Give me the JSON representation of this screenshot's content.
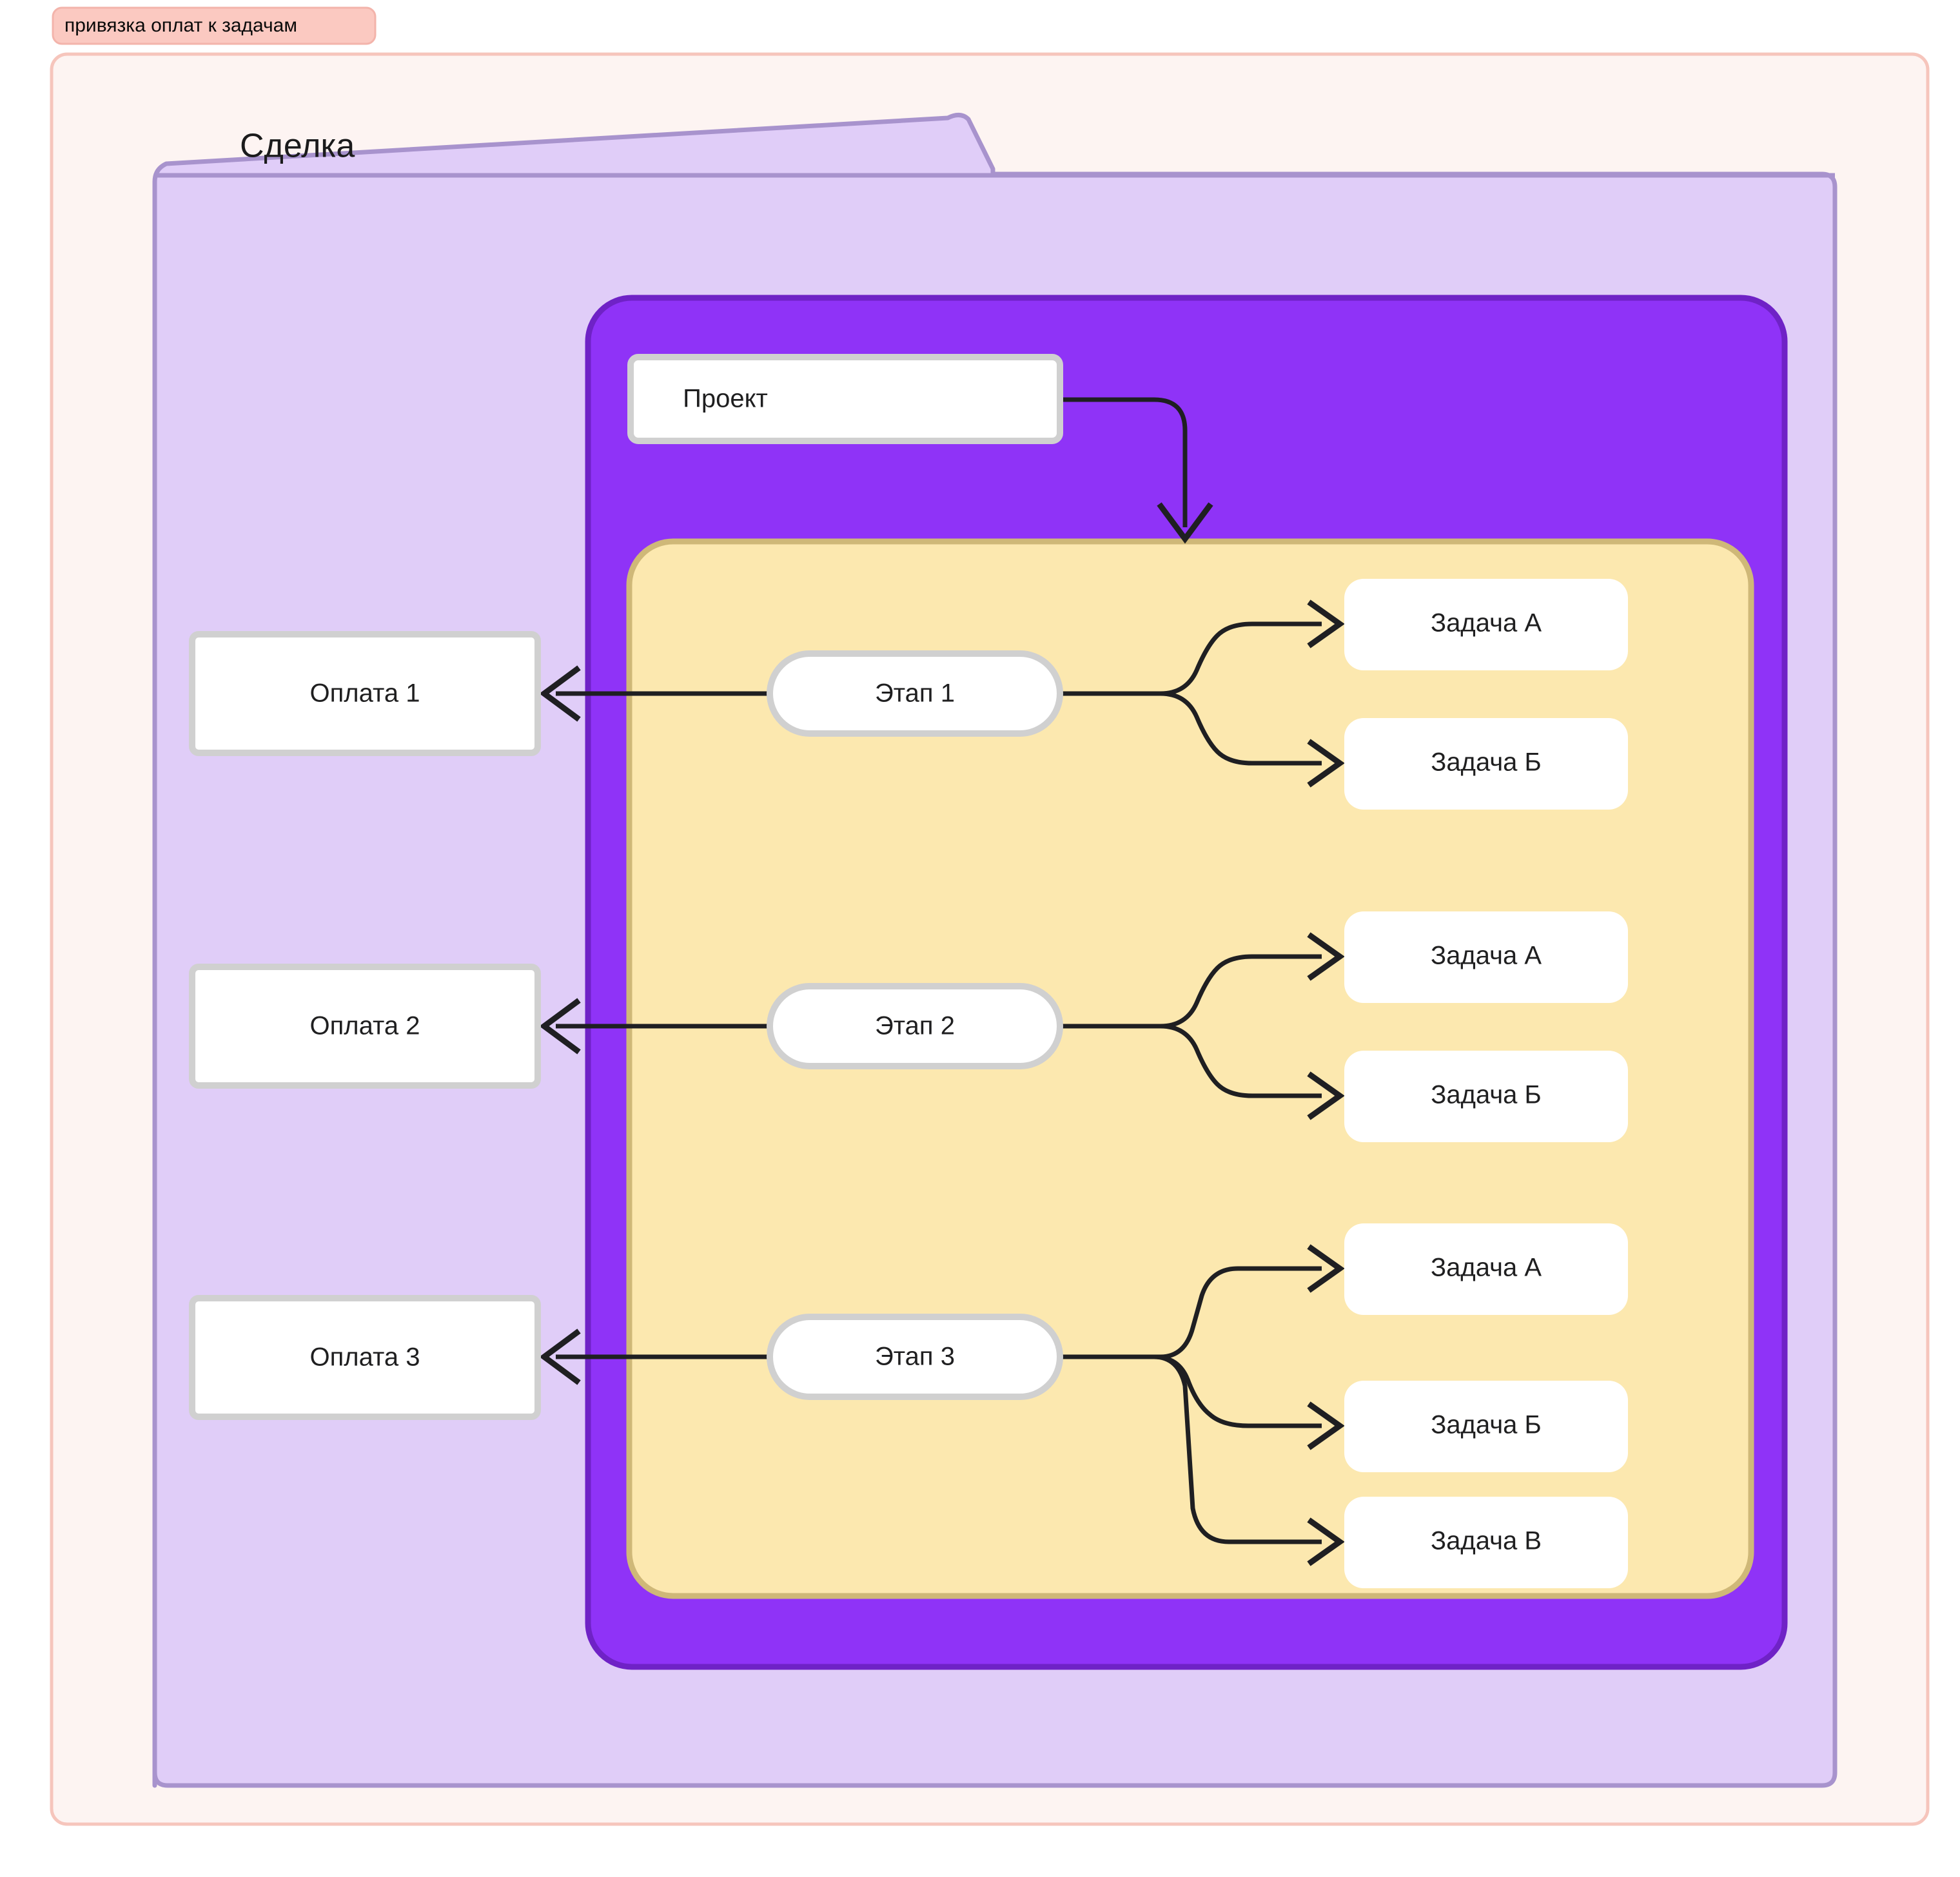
{
  "badge": {
    "text": "привязка оплат к задачам",
    "fill": "#fbc9c1",
    "stroke": "#f3b4ab",
    "text_color": "#0a0a0a"
  },
  "frame": {
    "name": "outer-frame",
    "fill": "#fdf4f2",
    "stroke": "#f6c5bc"
  },
  "deal_cluster": {
    "title": "Сделка",
    "fill": "#e0cdf8",
    "stroke": "#a893cd"
  },
  "project_cluster": {
    "fill": "#8f33f7",
    "stroke": "#6f22c6"
  },
  "stages_cluster": {
    "fill": "#fce8af",
    "stroke": "#cfb878"
  },
  "nodes": {
    "project": {
      "label": "Проект",
      "fill": "#ffffff",
      "stroke": "#d0d0d0",
      "shape": "rect"
    },
    "payments": [
      {
        "label": "Оплата 1",
        "fill": "#ffffff",
        "stroke": "#d0d0d0",
        "shape": "rect"
      },
      {
        "label": "Оплата 2",
        "fill": "#ffffff",
        "stroke": "#d0d0d0",
        "shape": "rect"
      },
      {
        "label": "Оплата 3",
        "fill": "#ffffff",
        "stroke": "#d0d0d0",
        "shape": "rect"
      }
    ],
    "stages": [
      {
        "label": "Этап 1",
        "fill": "#ffffff",
        "stroke": "#d0d0d0",
        "shape": "stadium"
      },
      {
        "label": "Этап 2",
        "fill": "#ffffff",
        "stroke": "#d0d0d0",
        "shape": "stadium"
      },
      {
        "label": "Этап 3",
        "fill": "#ffffff",
        "stroke": "#d0d0d0",
        "shape": "stadium"
      }
    ],
    "tasks": [
      {
        "label": "Задача А",
        "fill": "#ffffff",
        "shape": "rounded",
        "stage": "Этап 1"
      },
      {
        "label": "Задача Б",
        "fill": "#ffffff",
        "shape": "rounded",
        "stage": "Этап 1"
      },
      {
        "label": "Задача А",
        "fill": "#ffffff",
        "shape": "rounded",
        "stage": "Этап 2"
      },
      {
        "label": "Задача Б",
        "fill": "#ffffff",
        "shape": "rounded",
        "stage": "Этап 2"
      },
      {
        "label": "Задача А",
        "fill": "#ffffff",
        "shape": "rounded",
        "stage": "Этап 3"
      },
      {
        "label": "Задача Б",
        "fill": "#ffffff",
        "shape": "rounded",
        "stage": "Этап 3"
      },
      {
        "label": "Задача В",
        "fill": "#ffffff",
        "shape": "rounded",
        "stage": "Этап 3"
      }
    ]
  },
  "edges": {
    "stroke": "#1f1f22",
    "list": [
      {
        "from": "Проект",
        "to": "Этапы",
        "direction": "down"
      },
      {
        "from": "Этап 1",
        "to": "Оплата 1",
        "direction": "left"
      },
      {
        "from": "Этап 2",
        "to": "Оплата 2",
        "direction": "left"
      },
      {
        "from": "Этап 3",
        "to": "Оплата 3",
        "direction": "left"
      },
      {
        "from": "Этап 1",
        "to": "Задача А",
        "direction": "right"
      },
      {
        "from": "Этап 1",
        "to": "Задача Б",
        "direction": "right"
      },
      {
        "from": "Этап 2",
        "to": "Задача А",
        "direction": "right"
      },
      {
        "from": "Этап 2",
        "to": "Задача Б",
        "direction": "right"
      },
      {
        "from": "Этап 3",
        "to": "Задача А",
        "direction": "right"
      },
      {
        "from": "Этап 3",
        "to": "Задача Б",
        "direction": "right"
      },
      {
        "from": "Этап 3",
        "to": "Задача В",
        "direction": "right"
      }
    ]
  }
}
